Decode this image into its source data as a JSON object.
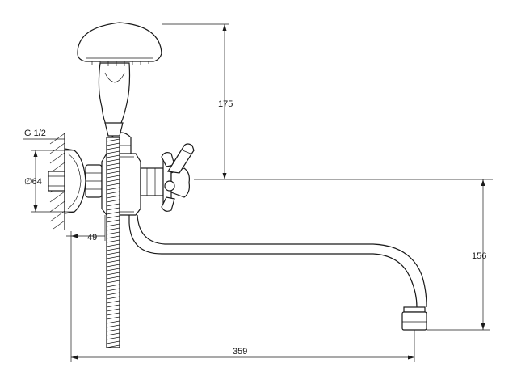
{
  "dimensions": {
    "shower_height": "175",
    "spout_drop": "156",
    "spout_length": "359",
    "wall_offset": "49",
    "thread": "G 1/2",
    "diameter": "∅64"
  }
}
